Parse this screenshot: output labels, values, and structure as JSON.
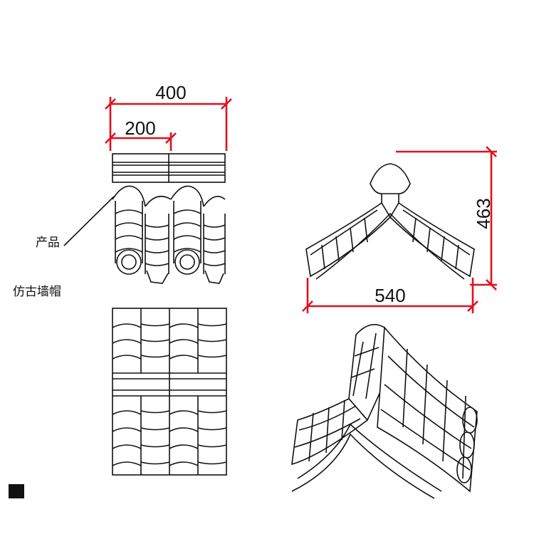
{
  "dimensions": {
    "overall_width": "400",
    "half_width": "200",
    "profile_width": "540",
    "profile_height": "463"
  },
  "labels": {
    "product": "产品",
    "name": "仿古墙帽"
  },
  "colors": {
    "dimension_line": "#e01020",
    "ink": "#111111",
    "background": "#ffffff"
  }
}
